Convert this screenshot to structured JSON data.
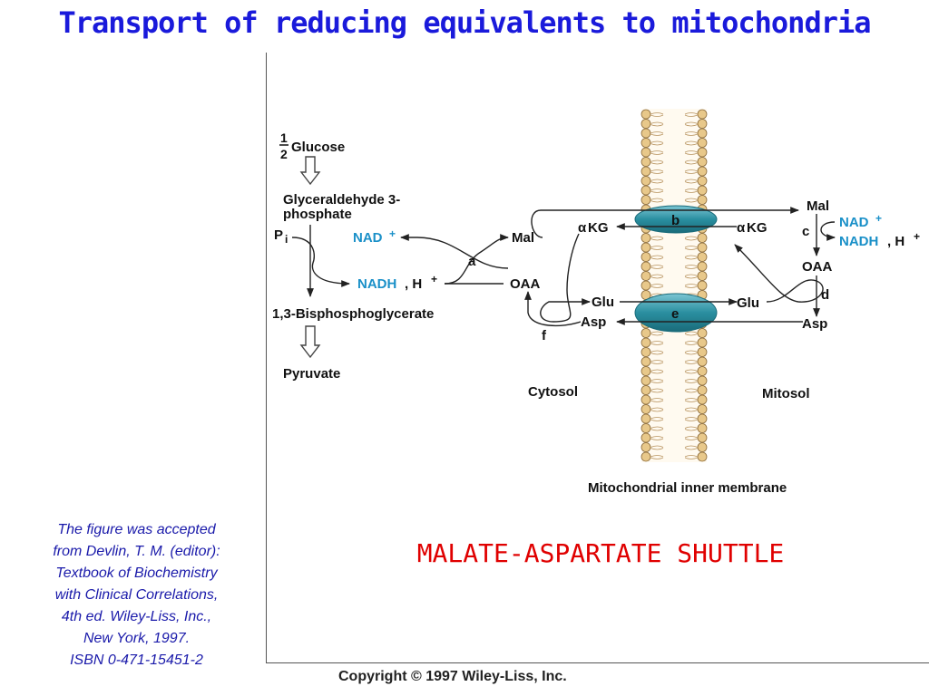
{
  "title": "Transport of reducing equivalents to mitochondria",
  "citation": [
    "The figure was accepted",
    "from Devlin, T. M. (editor):",
    "Textbook of Biochemistry",
    "with Clinical Correlations,",
    "4th ed. Wiley-Liss, Inc.,",
    "New York, 1997.",
    "ISBN 0-471-15451-2"
  ],
  "caption": "MALATE-ASPARTATE SHUTTLE",
  "copyright": "Copyright © 1997 Wiley-Liss, Inc.",
  "colors": {
    "title": "#1a1adb",
    "caption": "#e00000",
    "cofactor": "#1a90c8",
    "transporter": "#2a8fa0",
    "membrane": "#e8c88a"
  },
  "diagram": {
    "half": {
      "num": "1",
      "den": "2"
    },
    "glucose": "Glucose",
    "g3p_line1": "Glyceraldehyde 3-",
    "g3p_line2": "phosphate",
    "pi": "P",
    "pi_sub": "i",
    "nad_plus": "NAD",
    "plus_sign": "+",
    "nadh": "NADH",
    "h_plus": ", H",
    "bpg": "1,3-Bisphosphoglycerate",
    "pyruvate": "Pyruvate",
    "mal": "Mal",
    "oaa": "OAA",
    "alpha": "α",
    "akg": "KG",
    "glu": "Glu",
    "asp": "Asp",
    "enzymes": {
      "a": "a",
      "b": "b",
      "c": "c",
      "d": "d",
      "e": "e",
      "f": "f"
    },
    "cytosol": "Cytosol",
    "mitosol": "Mitosol",
    "membrane": "Mitochondrial inner membrane"
  }
}
